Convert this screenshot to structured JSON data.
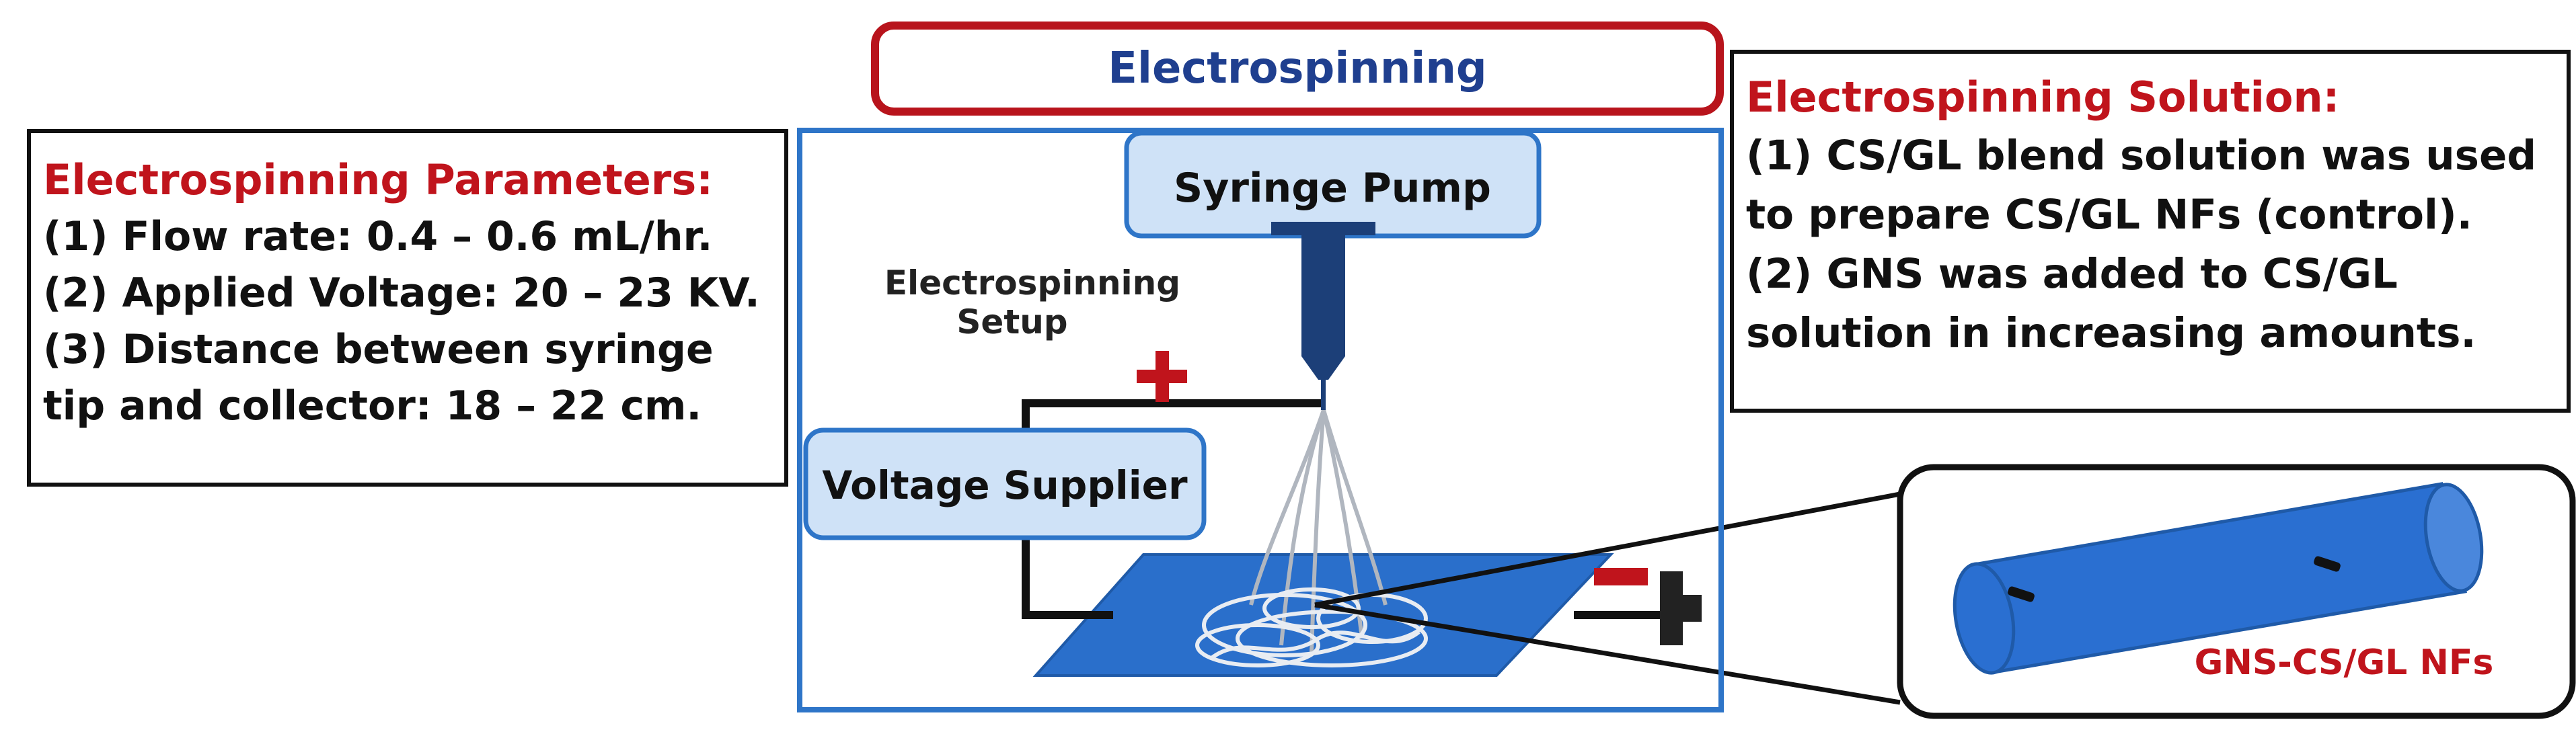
{
  "title": "Electrospinning",
  "parameters": {
    "heading": "Electrospinning Parameters:",
    "lines": [
      "(1) Flow rate: 0.4 – 0.6 mL/hr.",
      "(2) Applied Voltage: 20 – 23 KV.",
      "(3) Distance between syringe",
      " tip and collector: 18 – 22 cm."
    ]
  },
  "solution": {
    "heading": "Electrospinning Solution:",
    "lines": [
      "(1) CS/GL blend solution was used",
      " to prepare CS/GL NFs (control).",
      "(2) GNS was added to CS/GL",
      " solution in increasing amounts."
    ]
  },
  "setup": {
    "label_line1": "Electrospinning",
    "label_line2": "Setup",
    "pump_label": "Syringe Pump",
    "voltage_label": "Voltage Supplier",
    "plus_sign": "+",
    "product_label": "GNS-CS/GL NFs"
  },
  "colors": {
    "title_border": "#b8141c",
    "heading_red": "#c0141c",
    "title_blue": "#1f3f8f",
    "frame_blue": "#2e75c8",
    "component_fill": "#cfe2f7",
    "syringe_navy": "#1c3f78",
    "collector_blue": "#2a6fcb",
    "fiber_blue": "#2a6fd1"
  }
}
